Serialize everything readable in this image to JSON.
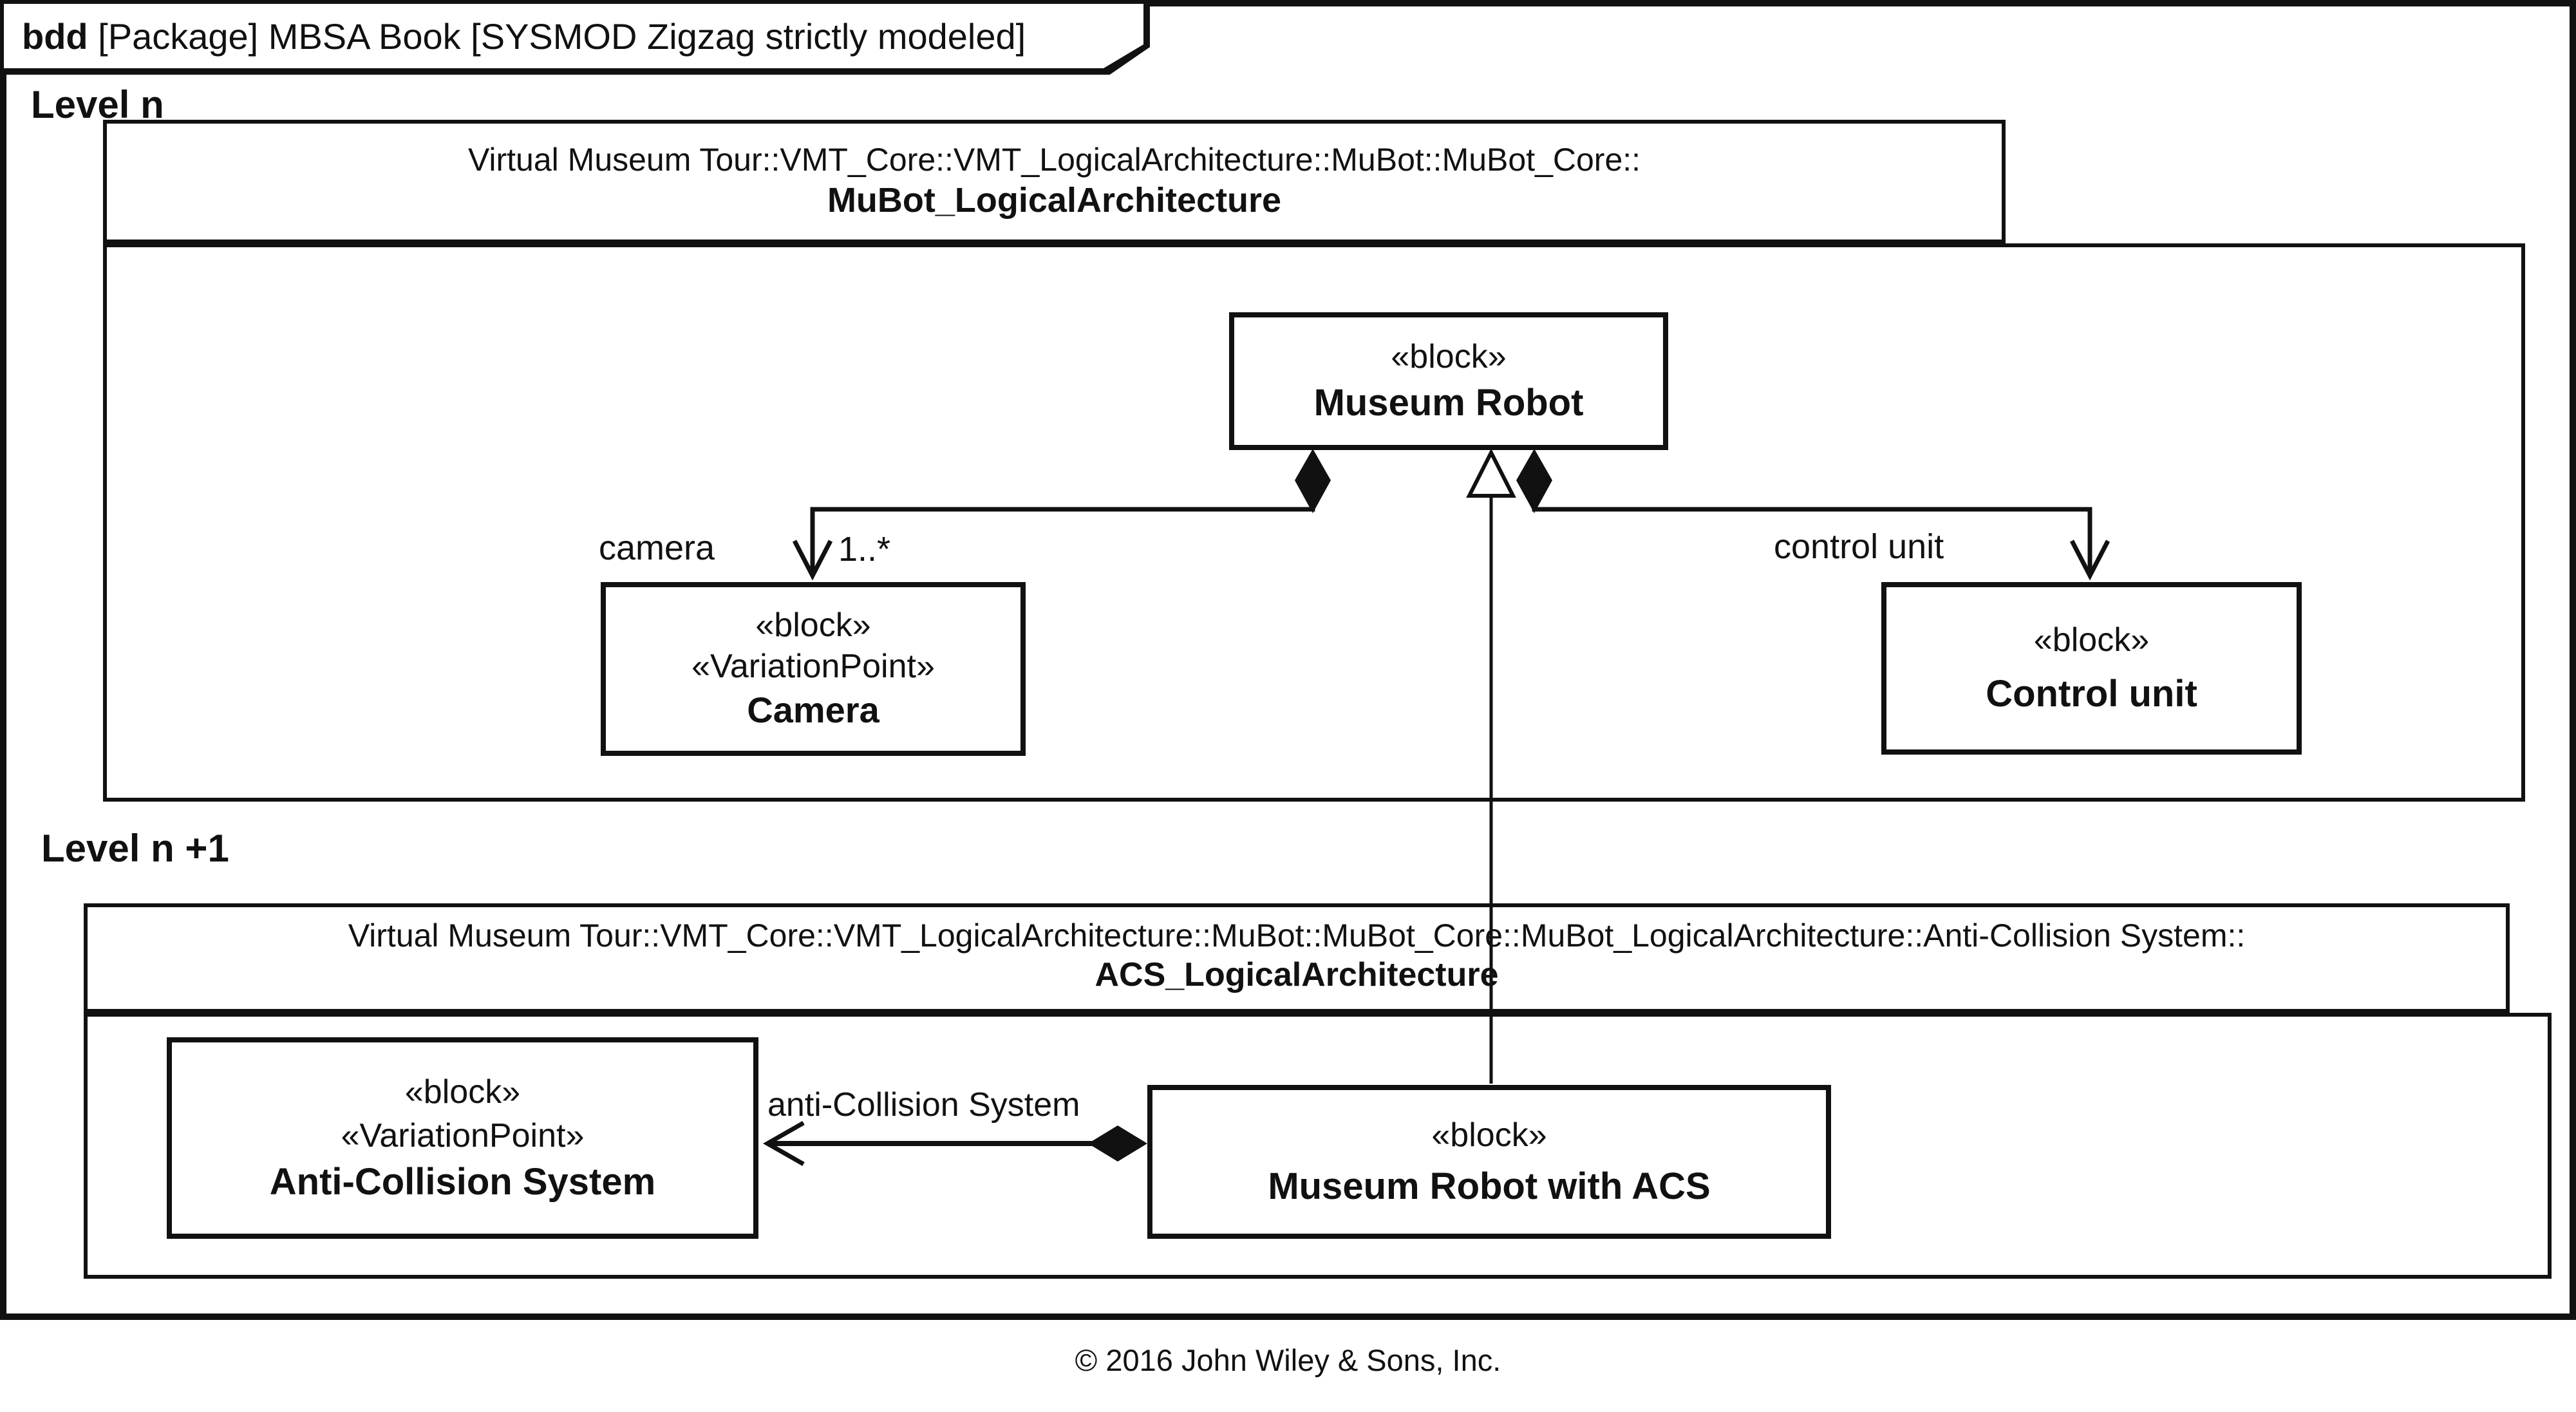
{
  "colors": {
    "ink": "#111111",
    "background": "#ffffff"
  },
  "frame": {
    "kind": "bdd",
    "title": " [Package] MBSA Book [SYSMOD Zigzag strictly modeled]"
  },
  "levels": {
    "n": {
      "label": "Level n"
    },
    "n1": {
      "label": "Level n +1"
    }
  },
  "packages": {
    "mubot": {
      "qualifier": "Virtual Museum Tour::VMT_Core::VMT_LogicalArchitecture::MuBot::MuBot_Core::",
      "name": "MuBot_LogicalArchitecture"
    },
    "acs": {
      "qualifier": "Virtual Museum Tour::VMT_Core::VMT_LogicalArchitecture::MuBot::MuBot_Core::MuBot_LogicalArchitecture::Anti-Collision System::",
      "name": "ACS_LogicalArchitecture"
    }
  },
  "blocks": {
    "museum_robot": {
      "stereotype": "«block»",
      "name": "Museum Robot"
    },
    "camera": {
      "stereotype": "«block»",
      "stereotype2": "«VariationPoint»",
      "name": "Camera"
    },
    "control_unit": {
      "stereotype": "«block»",
      "name": "Control unit"
    },
    "acs": {
      "stereotype": "«block»",
      "stereotype2": "«VariationPoint»",
      "name": "Anti-Collision System"
    },
    "museum_robot_acs": {
      "stereotype": "«block»",
      "name": "Museum Robot with ACS"
    }
  },
  "edges": {
    "camera": {
      "role": "camera",
      "multiplicity": "1..*"
    },
    "control_unit": {
      "role": "control unit"
    },
    "acs": {
      "role": "anti-Collision System"
    }
  },
  "footer": {
    "copyright": "© 2016 John Wiley & Sons, Inc."
  }
}
